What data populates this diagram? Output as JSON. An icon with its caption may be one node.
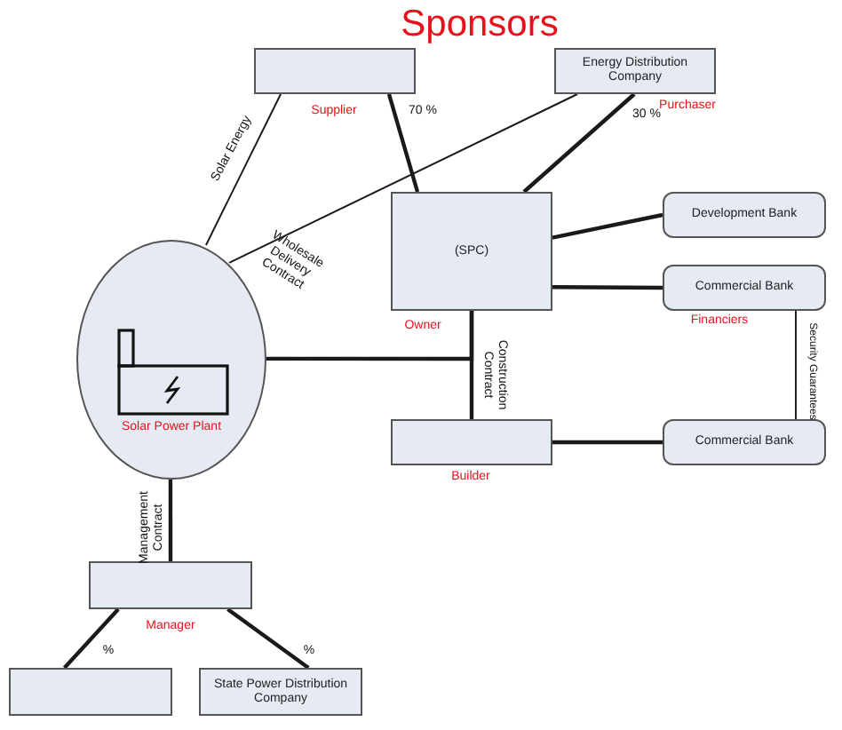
{
  "diagram": {
    "title": "Sponsors",
    "nodes": [
      {
        "text": [],
        "shape": "box",
        "beside": [
          "Supplier"
        ]
      },
      {
        "text": [
          "Energy Distribution Company"
        ],
        "beside": [
          "Purchaser"
        ]
      },
      {
        "text": [
          "(SPC)"
        ],
        "beside": [
          "Owner"
        ]
      },
      {
        "text": [
          "Development Bank"
        ]
      },
      {
        "text": [
          "Commercial Bank"
        ],
        "beside": [
          "Financiers"
        ]
      },
      {
        "text": [
          "Solar Power Plant"
        ]
      },
      {
        "text": [],
        "shape": "box",
        "beside": [
          "Builder"
        ]
      },
      {
        "text": [
          "Commercial Bank"
        ]
      },
      {
        "text": [],
        "shape": "box",
        "beside": [
          "Manager"
        ]
      },
      {
        "text": [],
        "shape": "box"
      },
      {
        "text": [
          "State Power Distribution Company"
        ]
      }
    ],
    "edges": [
      {
        "from": 0,
        "to": 5,
        "arrow": "none",
        "label": "Solar Energy"
      },
      {
        "from": 0,
        "to": 2,
        "arrow": "none",
        "label": "70 %"
      },
      {
        "from": 1,
        "to": 5,
        "arrow": "none",
        "label": "Wholesale Delivery Contract"
      },
      {
        "from": 1,
        "to": 2,
        "arrow": "none",
        "label": "30 %"
      },
      {
        "from": 2,
        "to": 3,
        "arrow": "none"
      },
      {
        "from": 2,
        "to": 4,
        "arrow": "none"
      },
      {
        "from": 5,
        "to": 2,
        "arrow": "none"
      },
      {
        "from": 2,
        "to": 6,
        "arrow": "none",
        "label": "Construction Contract"
      },
      {
        "from": 6,
        "to": 7,
        "arrow": "none"
      },
      {
        "from": 4,
        "to": 7,
        "arrow": "none",
        "label": "Security Guarantees"
      },
      {
        "from": 5,
        "to": 8,
        "arrow": "none",
        "label": "Management Contract"
      },
      {
        "from": 8,
        "to": 9,
        "arrow": "none",
        "label": "%"
      },
      {
        "from": 8,
        "to": 10,
        "arrow": "none",
        "label": "%"
      }
    ]
  }
}
